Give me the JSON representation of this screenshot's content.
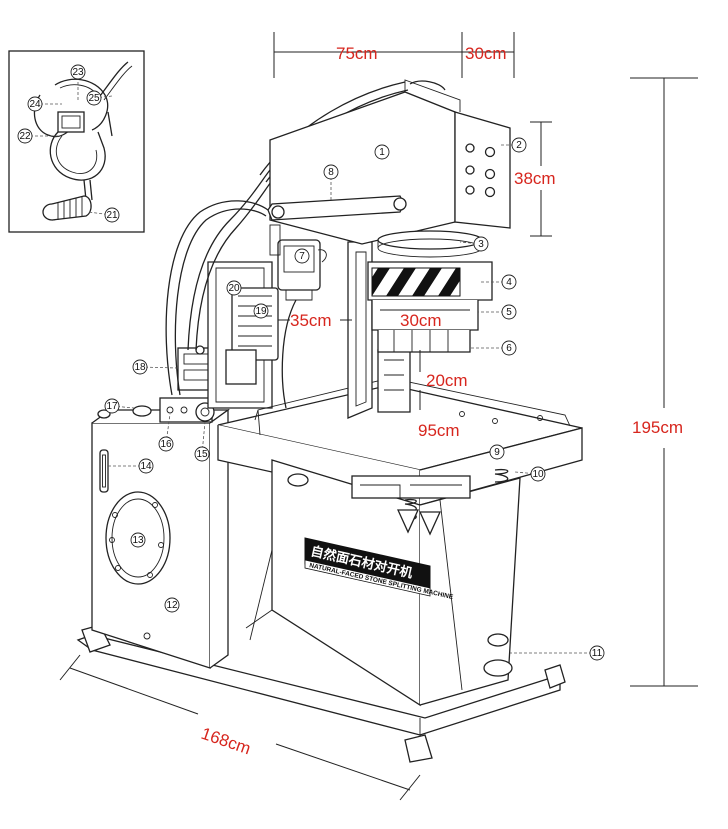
{
  "colors": {
    "dimension": "#d7261e",
    "line": "#222222",
    "background": "#ffffff"
  },
  "dimensions": {
    "width_top": "75cm",
    "depth_top": "30cm",
    "head_height": "38cm",
    "throat": "35cm",
    "blade_width": "30cm",
    "opening": "20cm",
    "table_width": "95cm",
    "total_height": "195cm",
    "total_length": "168cm"
  },
  "nameplate": {
    "title": "自然面石材对开机",
    "subtitle": "NATURAL-FACED STONE SPLITTING MACHINE"
  },
  "callouts": [
    "1",
    "2",
    "3",
    "4",
    "5",
    "6",
    "7",
    "8",
    "9",
    "10",
    "11",
    "12",
    "13",
    "14",
    "15",
    "16",
    "17",
    "18",
    "19",
    "20",
    "21",
    "22",
    "23",
    "24",
    "25"
  ]
}
